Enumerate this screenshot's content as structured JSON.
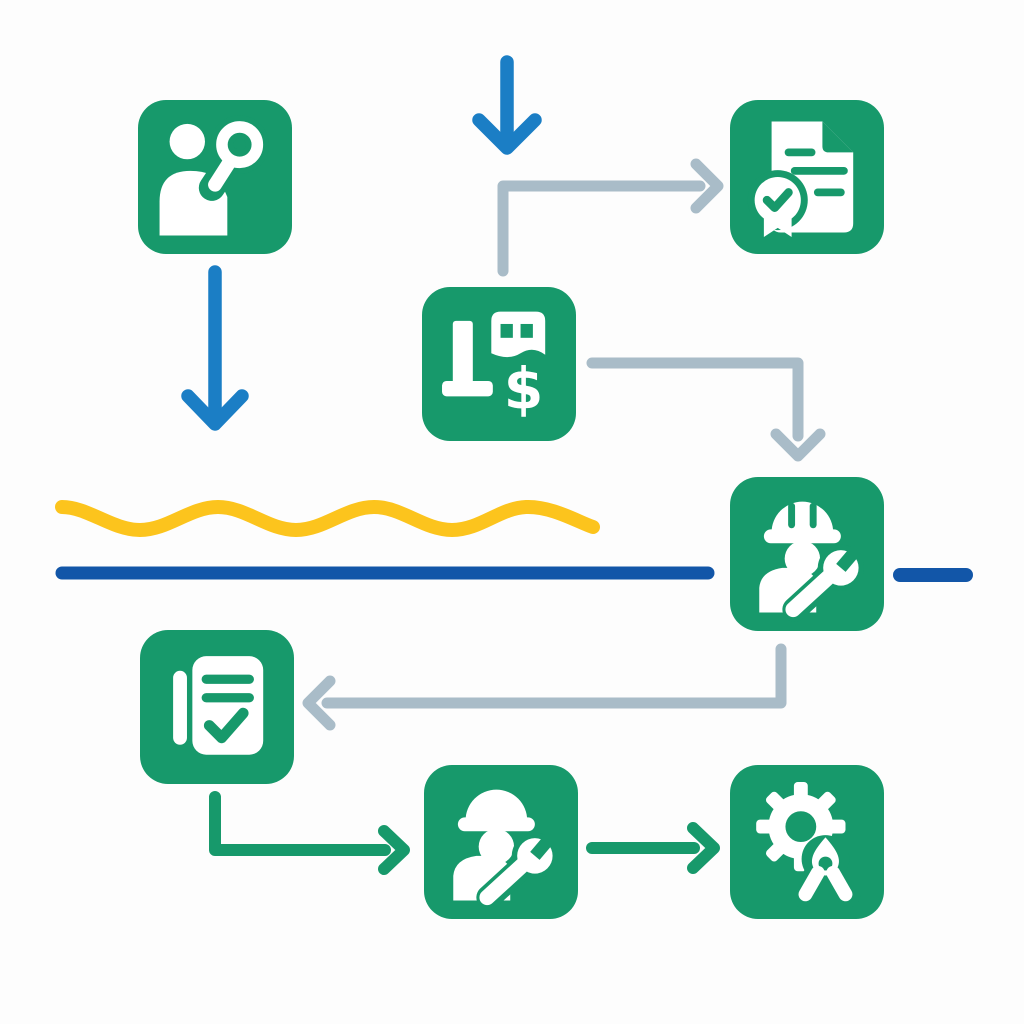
{
  "colors": {
    "background": "#fdfdfd",
    "tile_green": "#17996b",
    "arrow_blue": "#1b7ec5",
    "arrow_gray": "#a9bcc8",
    "arrow_green": "#17996b",
    "line_blue": "#1256a8",
    "wave_yellow": "#fcc41d",
    "glyph_white": "#ffffff"
  },
  "diagram": {
    "type": "icon-flowchart",
    "text_labels": [],
    "nodes": [
      {
        "id": "person-search",
        "icon": "person-with-magnifier-icon",
        "position": "top-left"
      },
      {
        "id": "certificate",
        "icon": "certified-document-icon",
        "position": "top-right"
      },
      {
        "id": "building-cost",
        "icon": "building-with-dollar-icon",
        "position": "center"
      },
      {
        "id": "worker-right",
        "icon": "worker-hardhat-wrench-icon",
        "position": "middle-right"
      },
      {
        "id": "checklist",
        "icon": "checklist-book-icon",
        "position": "bottom-left"
      },
      {
        "id": "worker-bottom",
        "icon": "worker-hardhat-wrench-icon",
        "position": "bottom-center"
      },
      {
        "id": "gear-ribbon",
        "icon": "gear-with-award-ribbon-icon",
        "position": "bottom-right"
      }
    ],
    "edges": [
      {
        "from": "top",
        "to": "building-cost",
        "style": "blue-down-arrow"
      },
      {
        "from": "person-search",
        "to": "down",
        "style": "blue-down-arrow"
      },
      {
        "from": "building-cost",
        "to": "certificate",
        "style": "gray-elbow-arrow"
      },
      {
        "from": "building-cost",
        "to": "worker-right",
        "style": "gray-elbow-arrow"
      },
      {
        "from": "worker-right",
        "to": "checklist",
        "style": "gray-elbow-arrow"
      },
      {
        "from": "checklist",
        "to": "worker-bottom",
        "style": "green-elbow-arrow"
      },
      {
        "from": "worker-bottom",
        "to": "gear-ribbon",
        "style": "green-straight-arrow"
      }
    ],
    "decorations": [
      {
        "id": "yellow-wave",
        "kind": "wavy-line"
      },
      {
        "id": "blue-divider",
        "kind": "horizontal-line"
      },
      {
        "id": "blue-divider-short",
        "kind": "horizontal-dash"
      }
    ],
    "dollar_glyph": "$"
  }
}
